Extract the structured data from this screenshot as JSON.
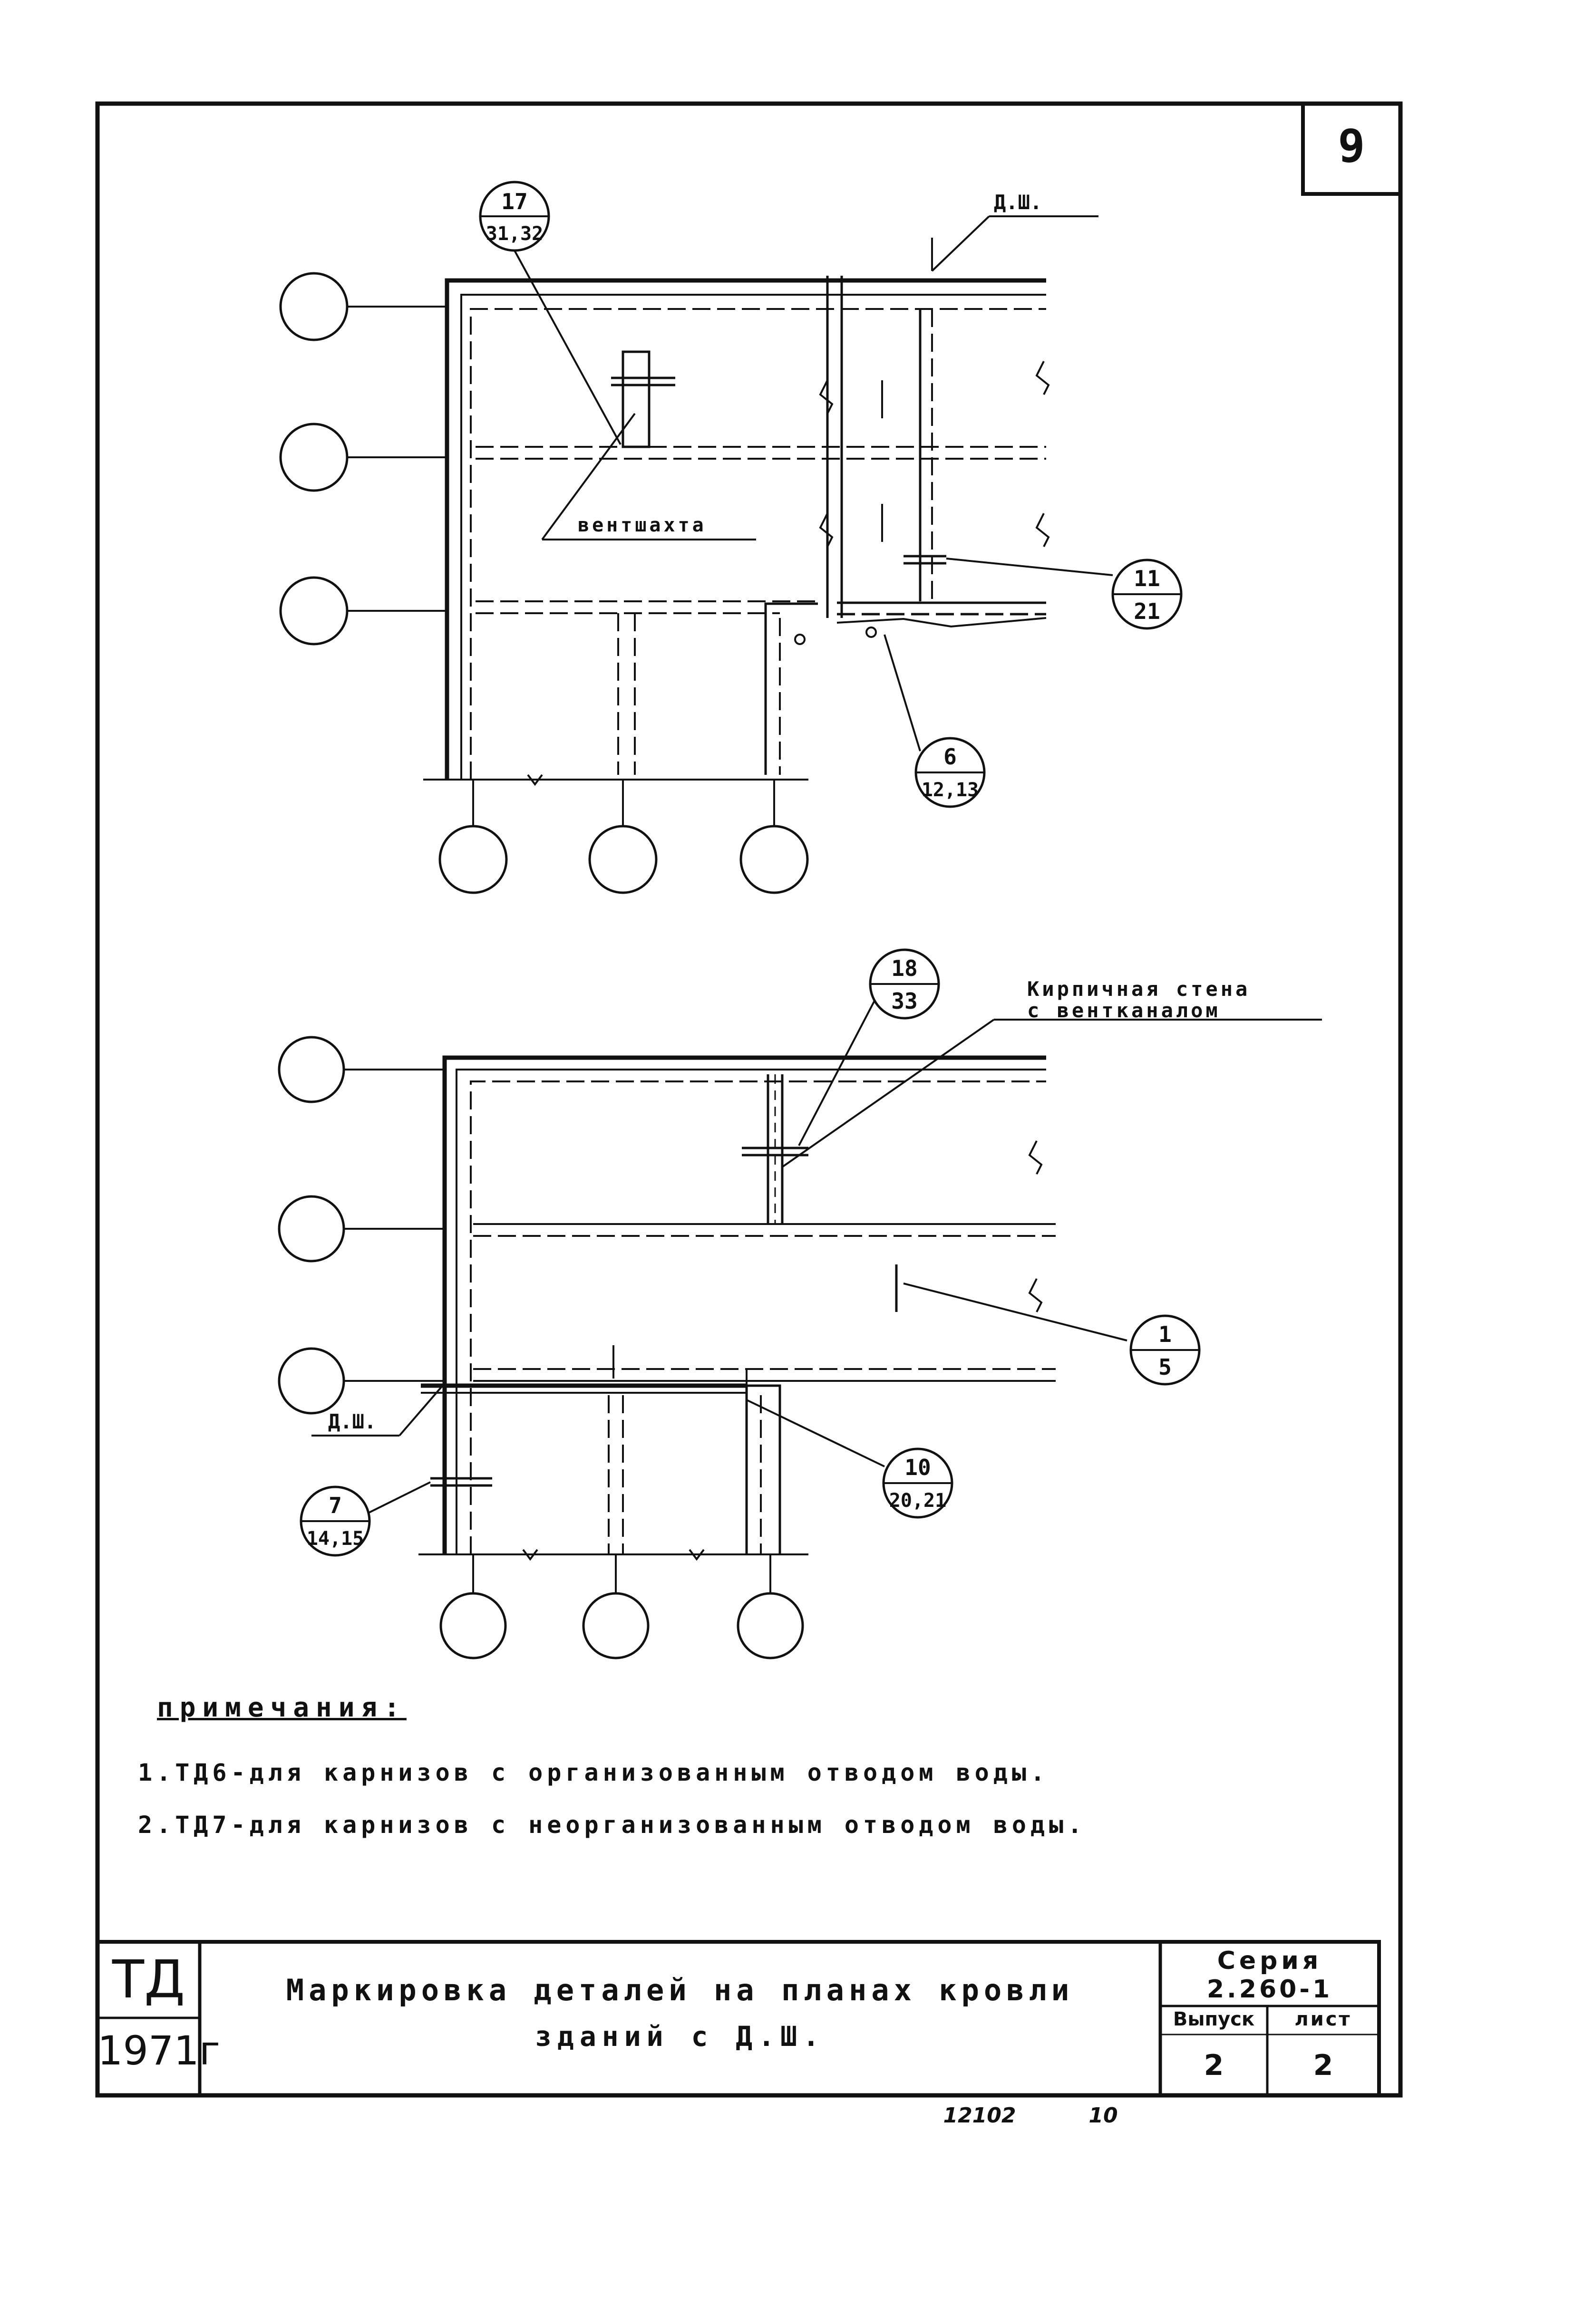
{
  "sheet_number": "9",
  "labels": {
    "ventshakhta": "вентшахта",
    "dsh": "Д.Ш.",
    "brick_wall_line1": "Кирпичная стена",
    "brick_wall_line2": "с вентканалом",
    "section_mark": "1"
  },
  "callouts": [
    {
      "top": "17",
      "bottom": "31,32"
    },
    {
      "top": "11",
      "bottom": "21"
    },
    {
      "top": "6",
      "bottom": "12,13"
    },
    {
      "top": "18",
      "bottom": "33"
    },
    {
      "top": "1",
      "bottom": "5"
    },
    {
      "top": "10",
      "bottom": "20,21"
    },
    {
      "top": "7",
      "bottom": "14,15"
    }
  ],
  "notes": {
    "title": "примечания:",
    "items": [
      "1.ТД6-для карнизов с организованным отводом воды.",
      "2.ТД7-для карнизов с неорганизованным отводом воды."
    ]
  },
  "title_block": {
    "code": "ТД",
    "year": "1971г",
    "title_line1": "Маркировка деталей на планах кровли",
    "title_line2": "зданий с Д.Ш.",
    "series_label": "Серия",
    "series_value": "2.260-1",
    "issue_label": "Выпуск",
    "issue_value": "2",
    "sheet_label": "лист",
    "sheet_value": "2"
  },
  "footer": {
    "order_number": "12102",
    "page": "10"
  }
}
